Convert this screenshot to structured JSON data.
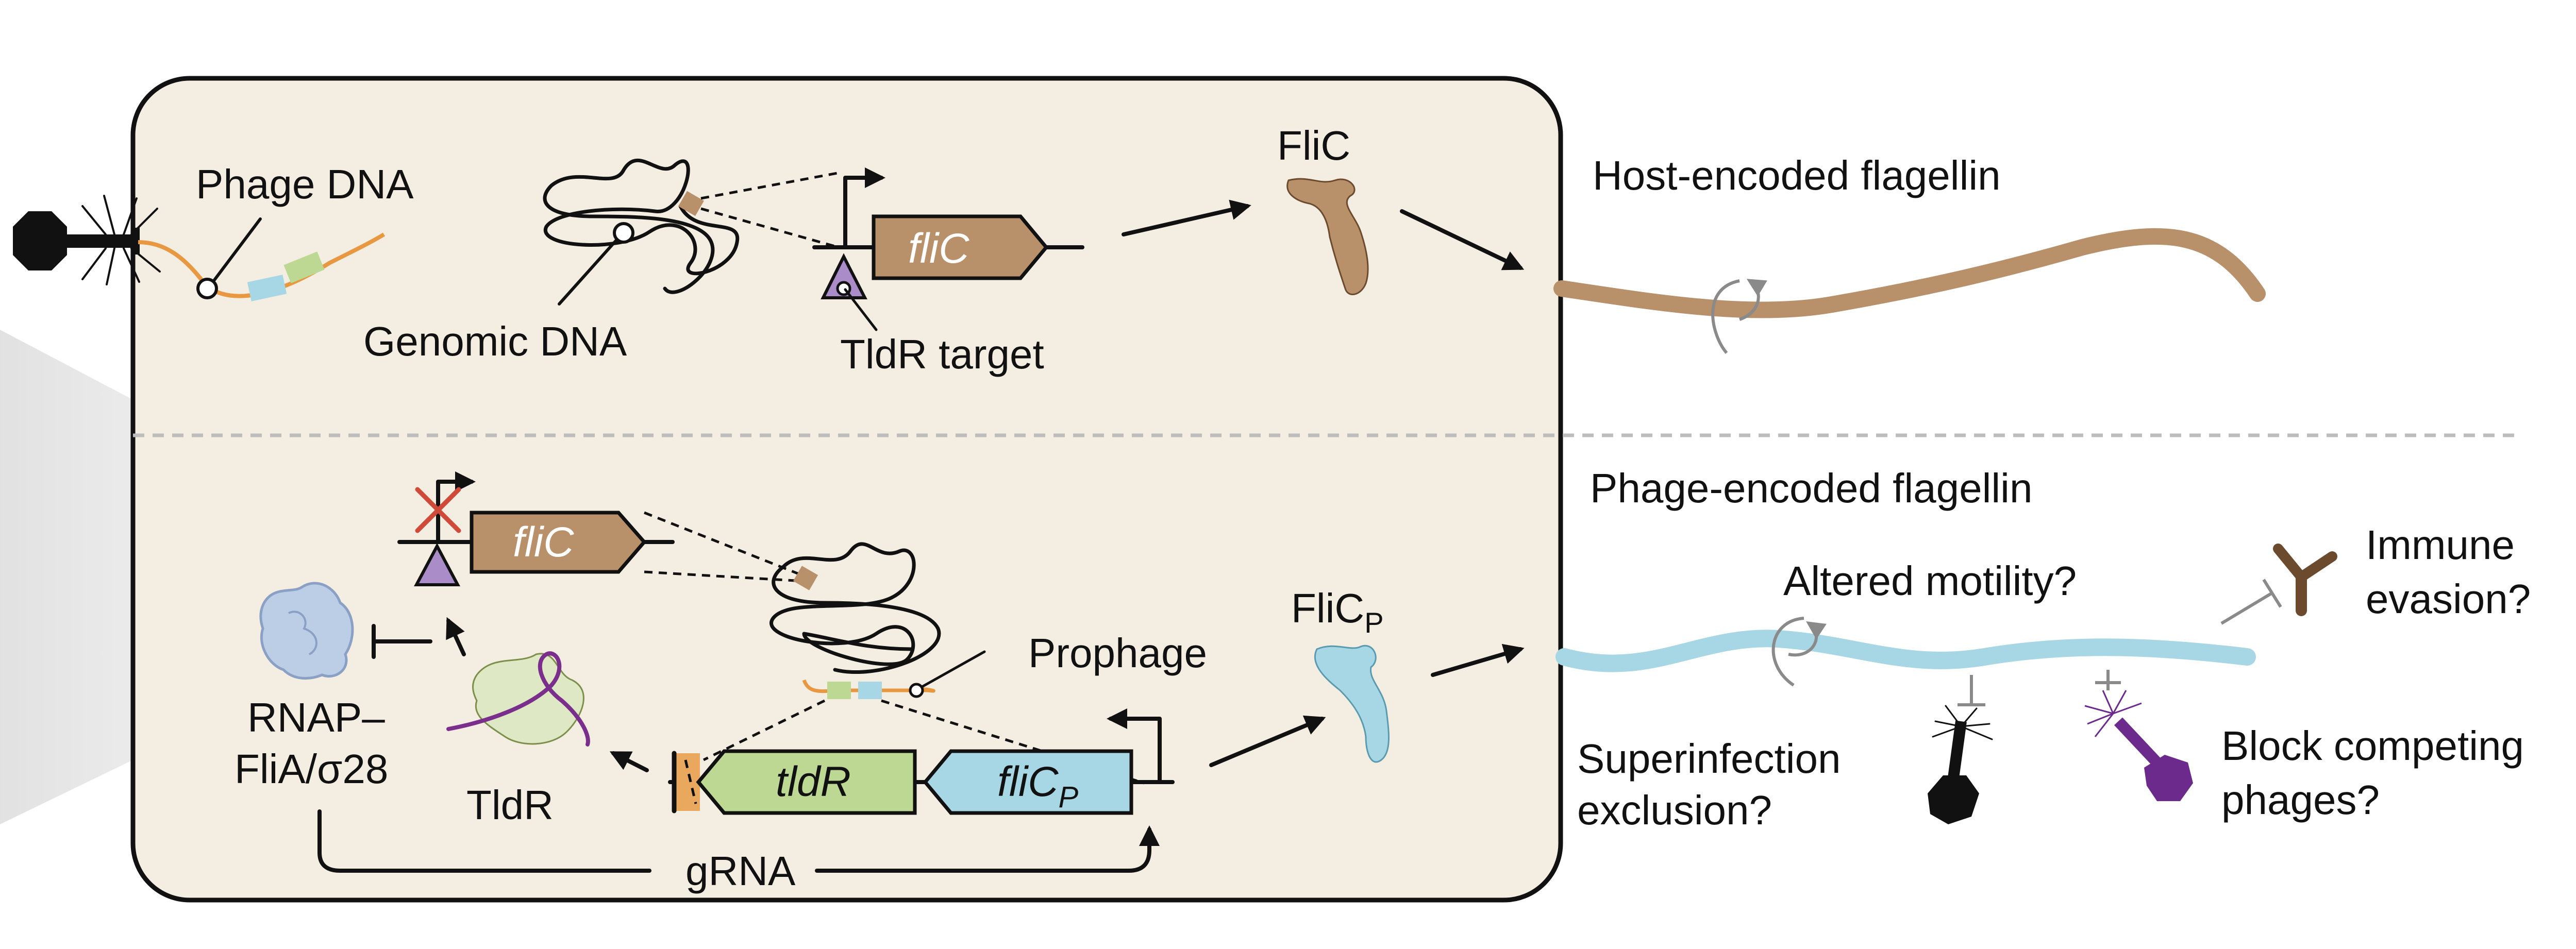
{
  "colors": {
    "cell_fill": "#f3ede2",
    "host_flagellin": "#b8906a",
    "phage_flagellin": "#a7d7e4",
    "tldr_gene": "#bcd893",
    "tldr_protein": "#dfe8c4",
    "tldr_target": "#a98cc8",
    "guide_rna": "#7b2f8c",
    "rnap": "#bccde6",
    "pam": "#e9a85e",
    "phage_purple": "#6c2b8c",
    "antibody": "#6b4a2e"
  },
  "top_panel": {
    "phage_dna": "Phage DNA",
    "genomic_dna": "Genomic DNA",
    "gene_label": "fliC",
    "tldr_target": "TldR target",
    "protein": "FliC",
    "flagellin_title": "Host-encoded flagellin"
  },
  "bottom_panel": {
    "gene_label": "fliC",
    "prophage": "Prophage",
    "protein": "FliC",
    "protein_subscript": "P",
    "rnap_line1": "RNAP–",
    "rnap_line2": "FliA/σ28",
    "tldr_protein": "TldR",
    "tldr_gene": "tldR",
    "flicp_gene": "fliC",
    "flicp_subscript": "P",
    "grna": "gRNA",
    "flagellin_title": "Phage-encoded flagellin"
  },
  "outcomes": {
    "altered_motility": "Altered motility?",
    "immune_line1": "Immune",
    "immune_line2": "evasion?",
    "superinfection_line1": "Superinfection",
    "superinfection_line2": "exclusion?",
    "block_line1": "Block competing",
    "block_line2": "phages?"
  },
  "icons": [
    "phage-icon",
    "antibody-icon",
    "rotation-arrow-icon",
    "promoter-arrow-icon",
    "blocked-cross-icon"
  ]
}
